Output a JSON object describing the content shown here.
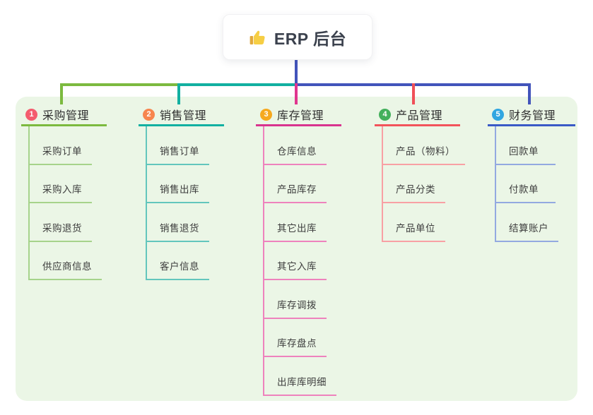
{
  "root": {
    "title": "ERP 后台",
    "icon": "thumbs-up-icon",
    "box_color": "#ffffff",
    "text_color": "#3b414d"
  },
  "diagram": {
    "panel_color": "#ebf6e6",
    "background_color": "#ffffff"
  },
  "connectors": {
    "root_drop": "#4254bb",
    "bus_green": "#7cba3f",
    "bus_teal": "#12b0a1",
    "bus_blue": "#4254bb",
    "drop_green": "#7cba3f",
    "drop_teal": "#12b0a1",
    "drop_magenta": "#e0368f",
    "drop_red": "#f05058",
    "drop_blue": "#4254bb"
  },
  "branches": [
    {
      "num": "1",
      "title": "采购管理",
      "badge_color": "#f45c6e",
      "line_color": "#7cba3f",
      "child_line_color": "#a6d38b",
      "children": [
        "采购订单",
        "采购入库",
        "采购退货",
        "供应商信息"
      ]
    },
    {
      "num": "2",
      "title": "销售管理",
      "badge_color": "#f7854e",
      "line_color": "#12b0a1",
      "child_line_color": "#63c6bd",
      "children": [
        "销售订单",
        "销售出库",
        "销售退货",
        "客户信息"
      ]
    },
    {
      "num": "3",
      "title": "库存管理",
      "badge_color": "#f6a91e",
      "line_color": "#d8348f",
      "child_line_color": "#ee82bd",
      "children": [
        "仓库信息",
        "产品库存",
        "其它出库",
        "其它入库",
        "库存调拨",
        "库存盘点",
        "出库库明细"
      ]
    },
    {
      "num": "4",
      "title": "产品管理",
      "badge_color": "#43b05c",
      "line_color": "#f2545b",
      "child_line_color": "#f8a0a4",
      "children": [
        "产品（物料）",
        "产品分类",
        "产品单位"
      ]
    },
    {
      "num": "5",
      "title": "财务管理",
      "badge_color": "#31a6e1",
      "line_color": "#3a5ac6",
      "child_line_color": "#93a9e0",
      "children": [
        "回款单",
        "付款单",
        "结算账户"
      ]
    }
  ]
}
